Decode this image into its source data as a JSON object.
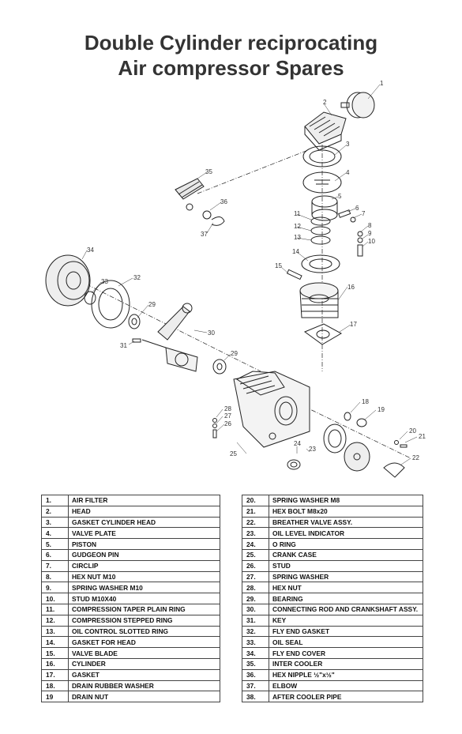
{
  "title_line1": "Double Cylinder reciprocating",
  "title_line2": "Air compressor Spares",
  "callouts": [
    "1",
    "2",
    "3",
    "4",
    "5",
    "6",
    "7",
    "8",
    "9",
    "10",
    "11",
    "12",
    "13",
    "14",
    "15",
    "16",
    "17",
    "18",
    "19",
    "20",
    "21",
    "22",
    "23",
    "24",
    "25",
    "26",
    "27",
    "28",
    "29",
    "29",
    "30",
    "31",
    "32",
    "33",
    "34",
    "35",
    "36",
    "37"
  ],
  "parts_left": [
    {
      "no": "1.",
      "name": "AIR FILTER"
    },
    {
      "no": "2.",
      "name": "HEAD"
    },
    {
      "no": "3.",
      "name": "GASKET CYLINDER HEAD"
    },
    {
      "no": "4.",
      "name": "VALVE PLATE"
    },
    {
      "no": "5.",
      "name": "PISTON"
    },
    {
      "no": "6.",
      "name": "GUDGEON PIN"
    },
    {
      "no": "7.",
      "name": "CIRCLIP"
    },
    {
      "no": "8.",
      "name": "HEX NUT M10"
    },
    {
      "no": "9.",
      "name": "SPRING WASHER M10"
    },
    {
      "no": "10.",
      "name": "STUD M10X40"
    },
    {
      "no": "11.",
      "name": "COMPRESSION TAPER PLAIN RING"
    },
    {
      "no": "12.",
      "name": "COMPRESSION STEPPED RING"
    },
    {
      "no": "13.",
      "name": "OIL CONTROL SLOTTED RING"
    },
    {
      "no": "14.",
      "name": "GASKET FOR HEAD"
    },
    {
      "no": "15.",
      "name": "VALVE BLADE"
    },
    {
      "no": "16.",
      "name": "CYLINDER"
    },
    {
      "no": "17.",
      "name": "GASKET"
    },
    {
      "no": "18.",
      "name": "DRAIN RUBBER WASHER"
    },
    {
      "no": "19",
      "name": "DRAIN NUT"
    }
  ],
  "parts_right": [
    {
      "no": "20.",
      "name": "SPRING WASHER M8"
    },
    {
      "no": "21.",
      "name": "HEX BOLT M8x20"
    },
    {
      "no": "22.",
      "name": "BREATHER VALVE ASSY."
    },
    {
      "no": "23.",
      "name": "OIL LEVEL INDICATOR"
    },
    {
      "no": "24.",
      "name": "O RING"
    },
    {
      "no": "25.",
      "name": "CRANK CASE"
    },
    {
      "no": "26.",
      "name": "STUD"
    },
    {
      "no": "27.",
      "name": "SPRING WASHER"
    },
    {
      "no": "28.",
      "name": "HEX NUT"
    },
    {
      "no": "29.",
      "name": "BEARING"
    },
    {
      "no": "30.",
      "name": "CONNECTING ROD AND CRANKSHAFT ASSY."
    },
    {
      "no": "31.",
      "name": "KEY"
    },
    {
      "no": "32.",
      "name": "FLY END GASKET"
    },
    {
      "no": "33.",
      "name": "OIL SEAL"
    },
    {
      "no": "34.",
      "name": "FLY END COVER"
    },
    {
      "no": "35.",
      "name": "INTER COOLER"
    },
    {
      "no": "36.",
      "name": "HEX NIPPLE ½\"x½\""
    },
    {
      "no": "37.",
      "name": "ELBOW"
    },
    {
      "no": "38.",
      "name": "AFTER COOLER PIPE"
    }
  ]
}
